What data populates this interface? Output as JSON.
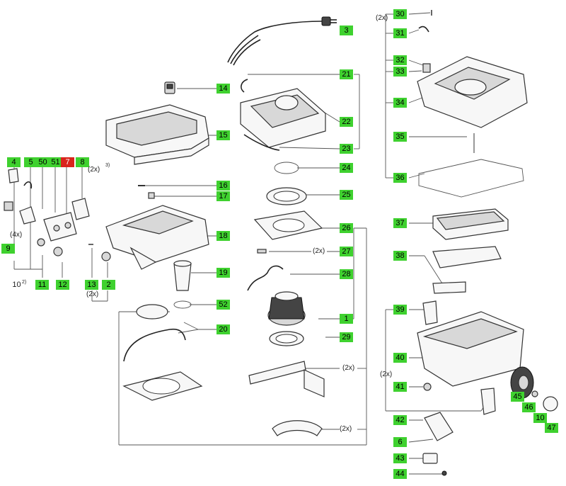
{
  "labels": {
    "p1": "1",
    "p2": "2",
    "p3": "3",
    "p4": "4",
    "p5": "5",
    "p6": "6",
    "p7": "7",
    "p8": "8",
    "p9": "9",
    "p10": "10",
    "p11": "11",
    "p12": "12",
    "p13": "13",
    "p14": "14",
    "p15": "15",
    "p16": "16",
    "p17": "17",
    "p18": "18",
    "p19": "19",
    "p20": "20",
    "p21": "21",
    "p22": "22",
    "p23": "23",
    "p24": "24",
    "p25": "25",
    "p26": "26",
    "p27": "27",
    "p28": "28",
    "p29": "29",
    "p30": "30",
    "p31": "31",
    "p32": "32",
    "p33": "33",
    "p34": "34",
    "p35": "35",
    "p36": "36",
    "p37": "37",
    "p38": "38",
    "p39": "39",
    "p40": "40",
    "p41": "41",
    "p42": "42",
    "p43": "43",
    "p44": "44",
    "p45": "45",
    "p46": "46",
    "p47": "47",
    "p50": "50",
    "p51": "51",
    "p52": "52"
  },
  "notes": {
    "n_2x_top": "(2x)",
    "n_2x_left": "(2x)",
    "n_2x_8": "(2x)",
    "n_2x_27": "(2x)",
    "n_2x_side1": "(2x)",
    "n_2x_side2": "(2x)",
    "n_2x_40": "(2x)",
    "n_4x": "(4x)",
    "sup_2": "2)",
    "sup_3": "3)"
  },
  "colors": {
    "label_green": "#3fd12f",
    "label_red": "#d9241c"
  }
}
